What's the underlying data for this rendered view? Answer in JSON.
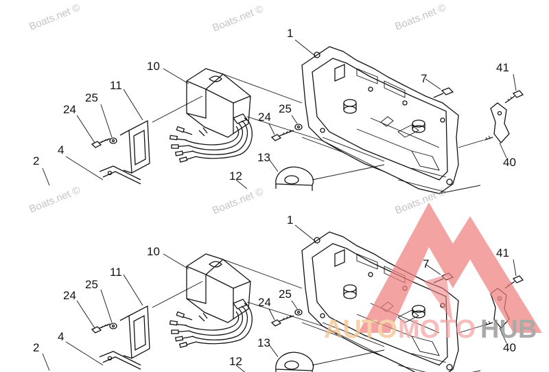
{
  "watermarks": {
    "text": "Boats.net ©"
  },
  "diagram": {
    "top_callouts": [
      "1",
      "10",
      "11",
      "25",
      "24",
      "2",
      "4",
      "24",
      "25",
      "13",
      "12",
      "7",
      "41",
      "40"
    ],
    "bottom_callouts": [
      "1",
      "10",
      "11",
      "25",
      "24",
      "2",
      "4",
      "24",
      "25",
      "13",
      "12",
      "7",
      "41",
      "40"
    ]
  },
  "logo": {
    "part1": "AUTO",
    "part2": "MOTO",
    "part3": "HUB",
    "colors": {
      "triangle": "#f08080",
      "auto": "#f3c08a",
      "moto": "#f5a3a3",
      "hub": "#8a8a8a"
    }
  }
}
